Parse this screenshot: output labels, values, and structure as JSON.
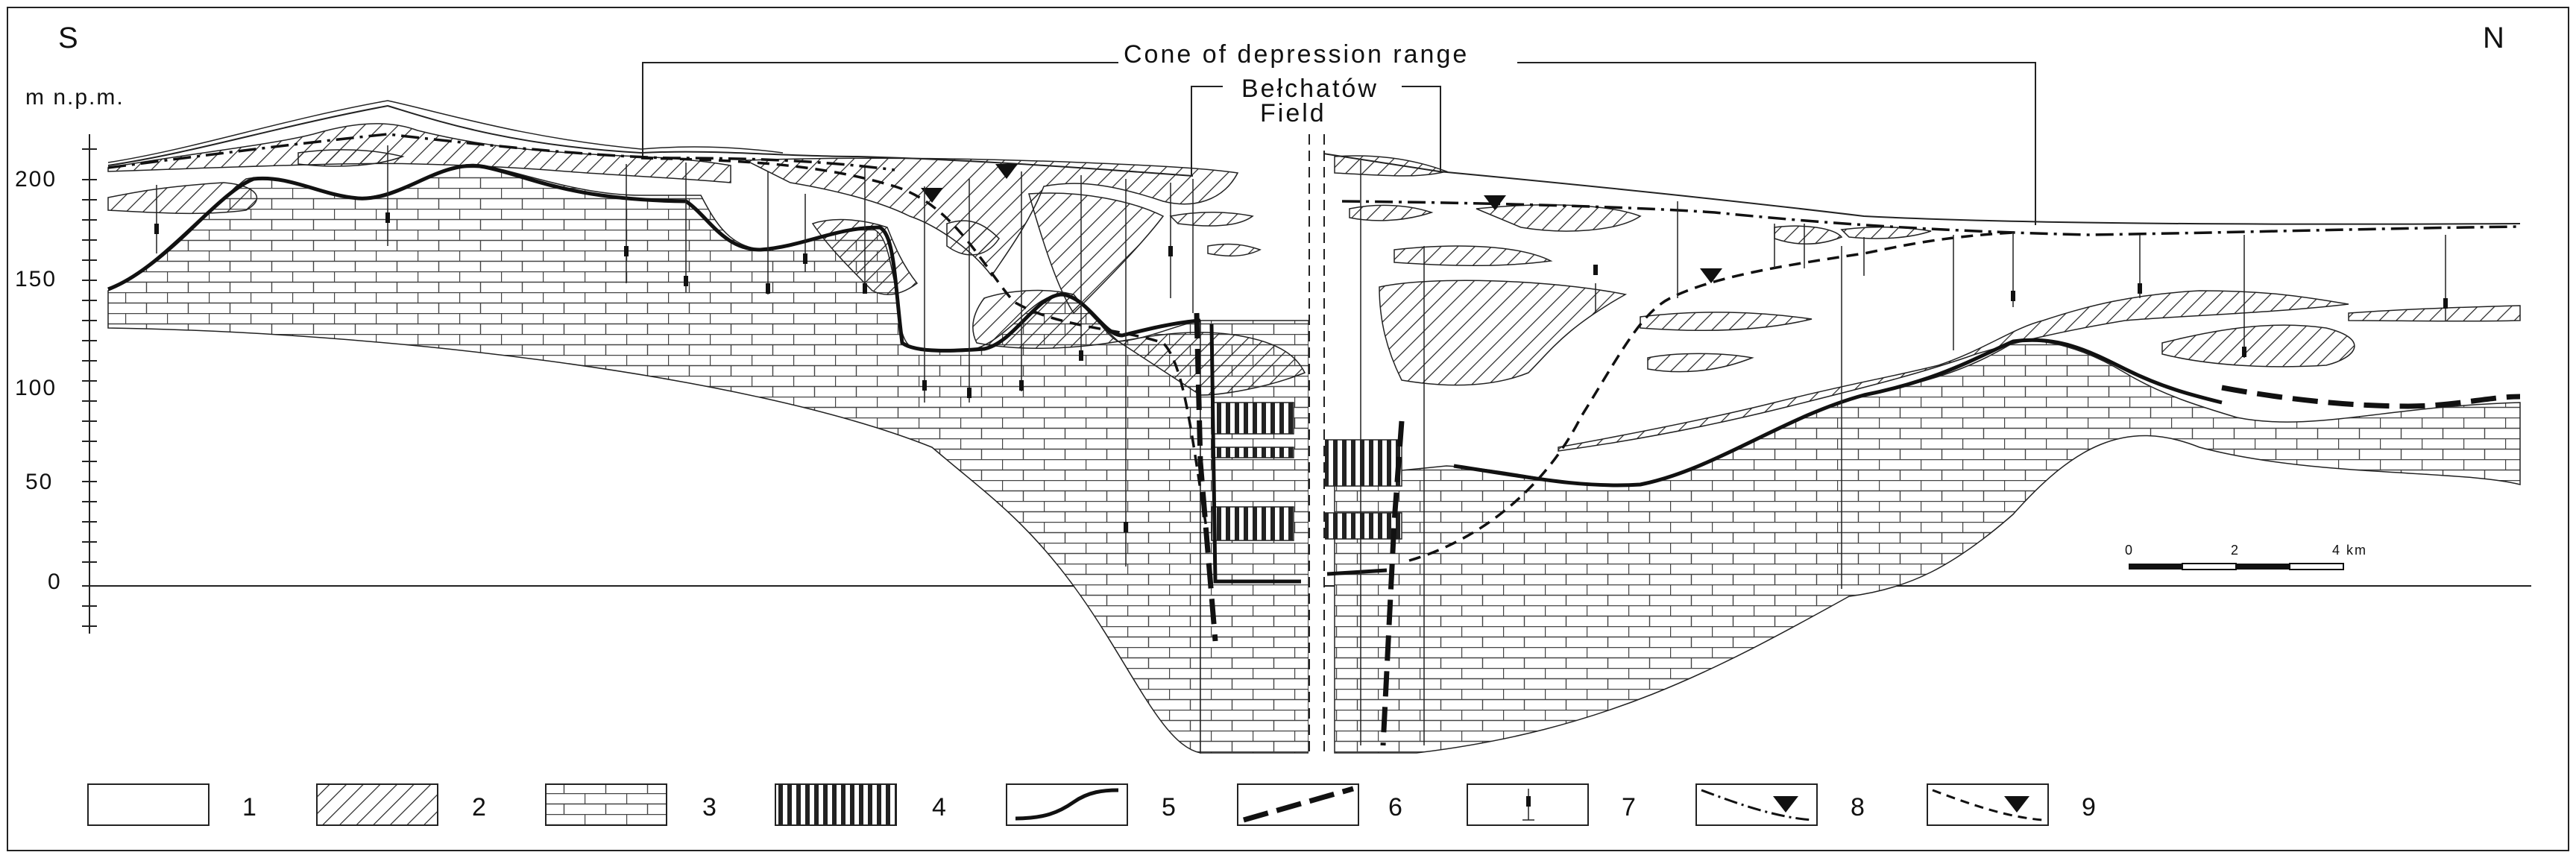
{
  "directions": {
    "south": "S",
    "north": "N"
  },
  "axis": {
    "unit": "m n.p.m.",
    "ticks": [
      "200",
      "150",
      "100",
      "50",
      "0"
    ]
  },
  "annotations": {
    "cone_range": "Cone of depression range",
    "field_line1": "Bełchatów",
    "field_line2": "Field"
  },
  "scale_bar": {
    "labels": [
      "0",
      "2",
      "4 km"
    ]
  },
  "legend": [
    {
      "id": "1",
      "pattern": "blank"
    },
    {
      "id": "2",
      "pattern": "diagonal-hatch"
    },
    {
      "id": "3",
      "pattern": "brick"
    },
    {
      "id": "4",
      "pattern": "vertical-stripes"
    },
    {
      "id": "5",
      "pattern": "thick-solid-curve"
    },
    {
      "id": "6",
      "pattern": "thick-dashed-line"
    },
    {
      "id": "7",
      "pattern": "borehole-symbol"
    },
    {
      "id": "8",
      "pattern": "dash-dot-line-with-triangle"
    },
    {
      "id": "9",
      "pattern": "dashed-line-with-triangle"
    }
  ],
  "colors": {
    "ink": "#111111",
    "background": "#ffffff"
  }
}
